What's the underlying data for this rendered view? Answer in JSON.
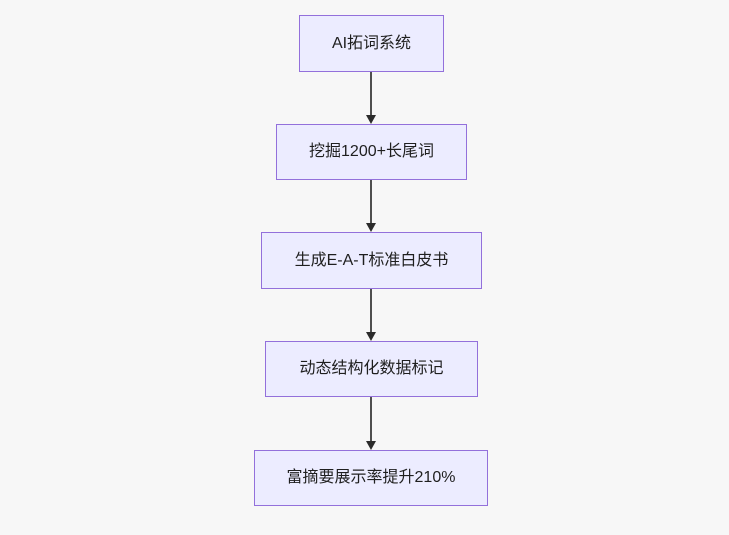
{
  "diagram": {
    "type": "flowchart",
    "direction": "top-down",
    "colors": {
      "node_fill": "#ECECFF",
      "node_border": "#9370DB",
      "edge_line": "#4f4f4f",
      "arrowhead": "#2b2b2b",
      "text": "#1f1f1f",
      "background": "#f7f7f7"
    },
    "nodes": [
      {
        "id": "A",
        "label": "AI拓词系统"
      },
      {
        "id": "B",
        "label": "挖掘1200+长尾词"
      },
      {
        "id": "C",
        "label": "生成E-A-T标准白皮书"
      },
      {
        "id": "D",
        "label": "动态结构化数据标记"
      },
      {
        "id": "E",
        "label": "富摘要展示率提升210%"
      }
    ],
    "edges": [
      {
        "from": "A",
        "to": "B"
      },
      {
        "from": "B",
        "to": "C"
      },
      {
        "from": "C",
        "to": "D"
      },
      {
        "from": "D",
        "to": "E"
      }
    ]
  }
}
